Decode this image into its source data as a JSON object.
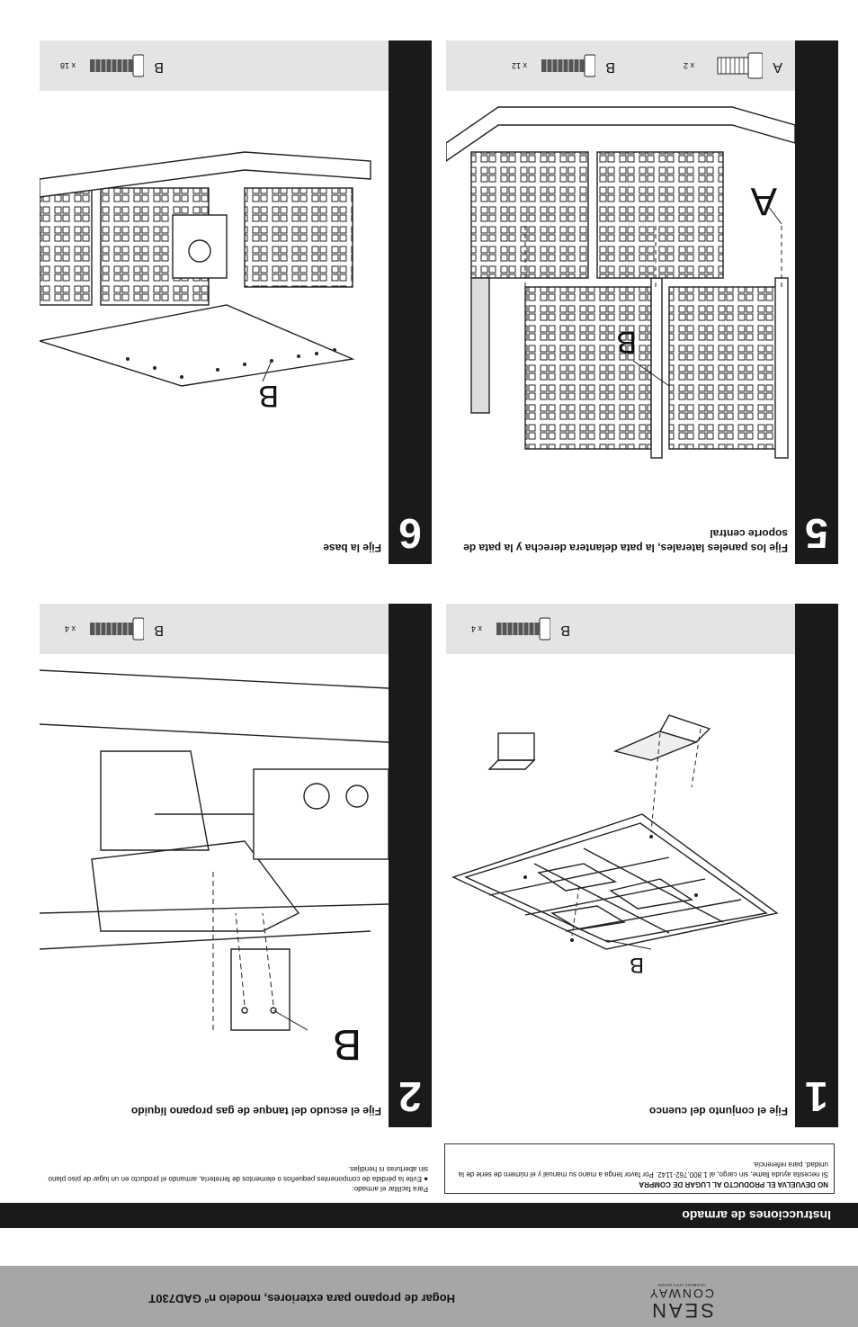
{
  "header": {
    "logo_line1": "SEAN",
    "logo_line2": "CONWAY",
    "logo_tagline": "CELEBRATE LIFE'S NATURE",
    "title": "Hogar de propano para exteriores, modelo nº GAD730T"
  },
  "section_title": "Instrucciones de armado",
  "notice": {
    "heading": "NO DEVUELVA EL PRODUCTO AL LUGAR DE COMPRA",
    "body": "Si necesita ayuda llame, sin cargo, al 1.800.762-1142.  Por favor tenga a mano su manual y el número de serie de la unidad, para referencia."
  },
  "tips": {
    "intro": "Para facilitar el armado:",
    "bullet": "● Evite la pérdida de componentes pequeños o elementos de ferretería, armando el producto en un lugar de piso plano sin aberturas ni hendijas."
  },
  "steps": [
    {
      "number": "1",
      "title": "Fije el conjunto del cuenco",
      "parts": [
        {
          "letter": "B",
          "qty": "x 4"
        }
      ],
      "callouts": [
        "B"
      ]
    },
    {
      "number": "2",
      "title": "Fije el escudo del tanque de gas propano líquido",
      "parts": [
        {
          "letter": "B",
          "qty": "x 4"
        }
      ],
      "callouts": [
        "B"
      ]
    },
    {
      "number": "5",
      "title": "Fije los paneles laterales, la pata delantera derecha y la pata de soporte central",
      "parts": [
        {
          "letter": "A",
          "qty": "x 2"
        },
        {
          "letter": "B",
          "qty": "x 12"
        }
      ],
      "callouts": [
        "A",
        "B"
      ]
    },
    {
      "number": "6",
      "title": "Fije la base",
      "parts": [
        {
          "letter": "B",
          "qty": "x 18"
        }
      ],
      "callouts": [
        "B"
      ]
    }
  ]
}
